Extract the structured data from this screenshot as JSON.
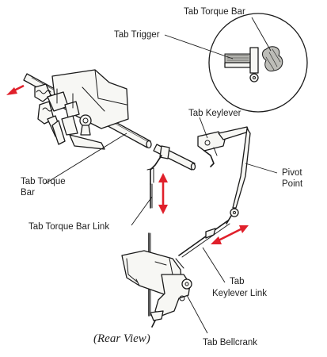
{
  "labels": {
    "tab_torque_bar_top": "Tab Torque Bar",
    "tab_trigger": "Tab Trigger",
    "tab_keylever": "Tab Keylever",
    "pivot_point_line1": "Pivot",
    "pivot_point_line2": "Point",
    "tab_torque_bar_line1": "Tab Torque",
    "tab_torque_bar_line2": "Bar",
    "tab_torque_bar_link": "Tab Torque Bar Link",
    "tab_keylever_link_line1": "Tab",
    "tab_keylever_link_line2": "Keylever Link",
    "tab_bellcrank": "Tab Bellcrank"
  },
  "caption": "(Rear View)",
  "colors": {
    "motion_arrow": "#e0202b",
    "line": "#1a1a1a",
    "shading": "#bdbdb8"
  }
}
